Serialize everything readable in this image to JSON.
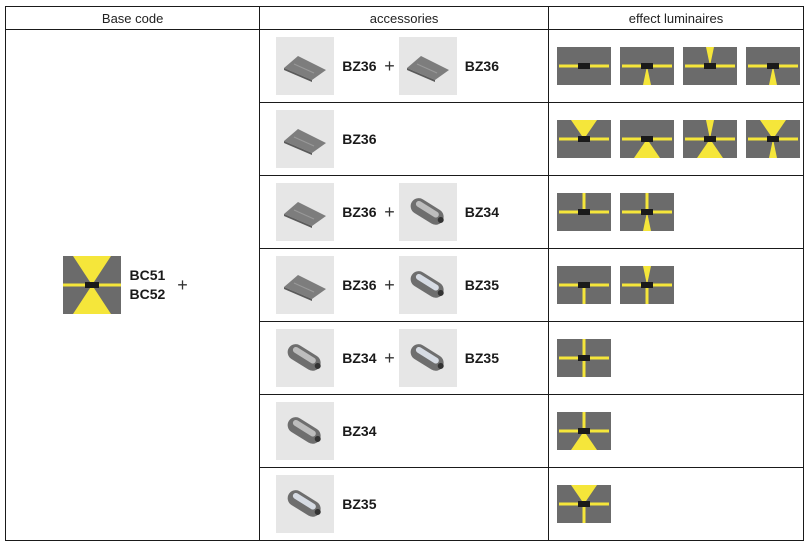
{
  "headers": [
    "Base code",
    "accessories",
    "effect luminaires"
  ],
  "base": {
    "codes": [
      "BC51",
      "BC52"
    ],
    "plus": "+",
    "icon": "luminaire-up-down-icon"
  },
  "rows": [
    {
      "accessories": [
        {
          "code": "BZ36",
          "type": "plate"
        },
        {
          "code": "BZ36",
          "type": "plate"
        }
      ],
      "plus": "+",
      "effects": [
        "horizontal",
        "down-narrow",
        "up-narrow",
        "up-down-narrow"
      ]
    },
    {
      "accessories": [
        {
          "code": "BZ36",
          "type": "plate"
        }
      ],
      "plus": "",
      "effects": [
        "up-wide",
        "down-wide",
        "up-narrow-down-wide",
        "up-wide-down-narrow"
      ]
    },
    {
      "accessories": [
        {
          "code": "BZ36",
          "type": "plate"
        },
        {
          "code": "BZ34",
          "type": "cylinder"
        }
      ],
      "plus": "+",
      "effects": [
        "up-line",
        "up-line-down-narrow"
      ]
    },
    {
      "accessories": [
        {
          "code": "BZ36",
          "type": "plate"
        },
        {
          "code": "BZ35",
          "type": "cylinder-lens"
        }
      ],
      "plus": "+",
      "effects": [
        "down-line",
        "up-narrow-down-line"
      ]
    },
    {
      "accessories": [
        {
          "code": "BZ34",
          "type": "cylinder"
        },
        {
          "code": "BZ35",
          "type": "cylinder-lens"
        }
      ],
      "plus": "+",
      "effects": [
        "up-down-line"
      ]
    },
    {
      "accessories": [
        {
          "code": "BZ34",
          "type": "cylinder"
        }
      ],
      "plus": "",
      "effects": [
        "up-line-down-wide"
      ]
    },
    {
      "accessories": [
        {
          "code": "BZ35",
          "type": "cylinder-lens"
        }
      ],
      "plus": "",
      "effects": [
        "up-wide-down-line"
      ]
    }
  ],
  "colors": {
    "beam": "#f5e63a",
    "panel": "#6b6b6b",
    "center": "#1a1a1a",
    "thumb_bg": "#e6e6e6"
  }
}
